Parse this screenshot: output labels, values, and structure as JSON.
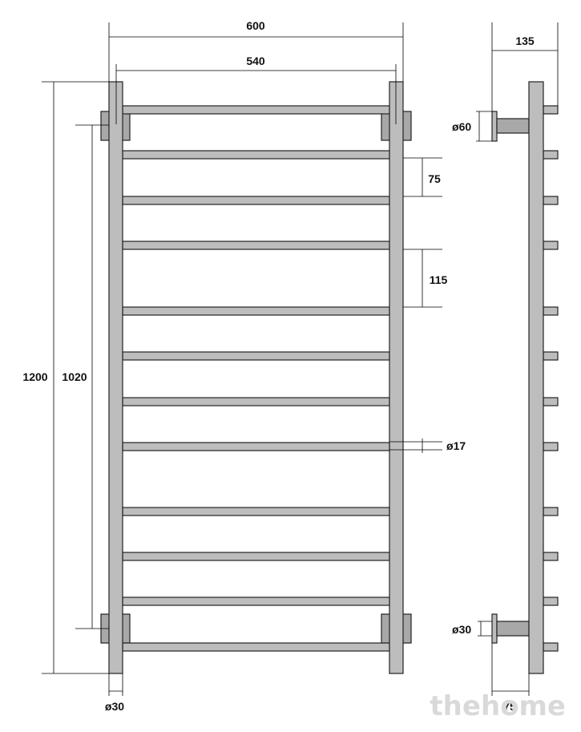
{
  "dimensions": {
    "overall_width": "600",
    "inner_width": "540",
    "overall_height": "1200",
    "mount_spacing": "1020",
    "rung_spacing_small": "75",
    "rung_spacing_large": "115",
    "rung_diameter": "17",
    "upright_diameter": "30",
    "wall_depth": "135",
    "top_flange_diameter": "60",
    "bottom_flange_diameter": "30",
    "bottom_offset": "75",
    "diameter_symbol": "ø"
  },
  "watermark": "thehome",
  "colors": {
    "tube_fill": "#bdbdbd",
    "bracket_fill": "#a8a8a8",
    "outline": "#222222",
    "watermark": "#d9d9d9"
  }
}
